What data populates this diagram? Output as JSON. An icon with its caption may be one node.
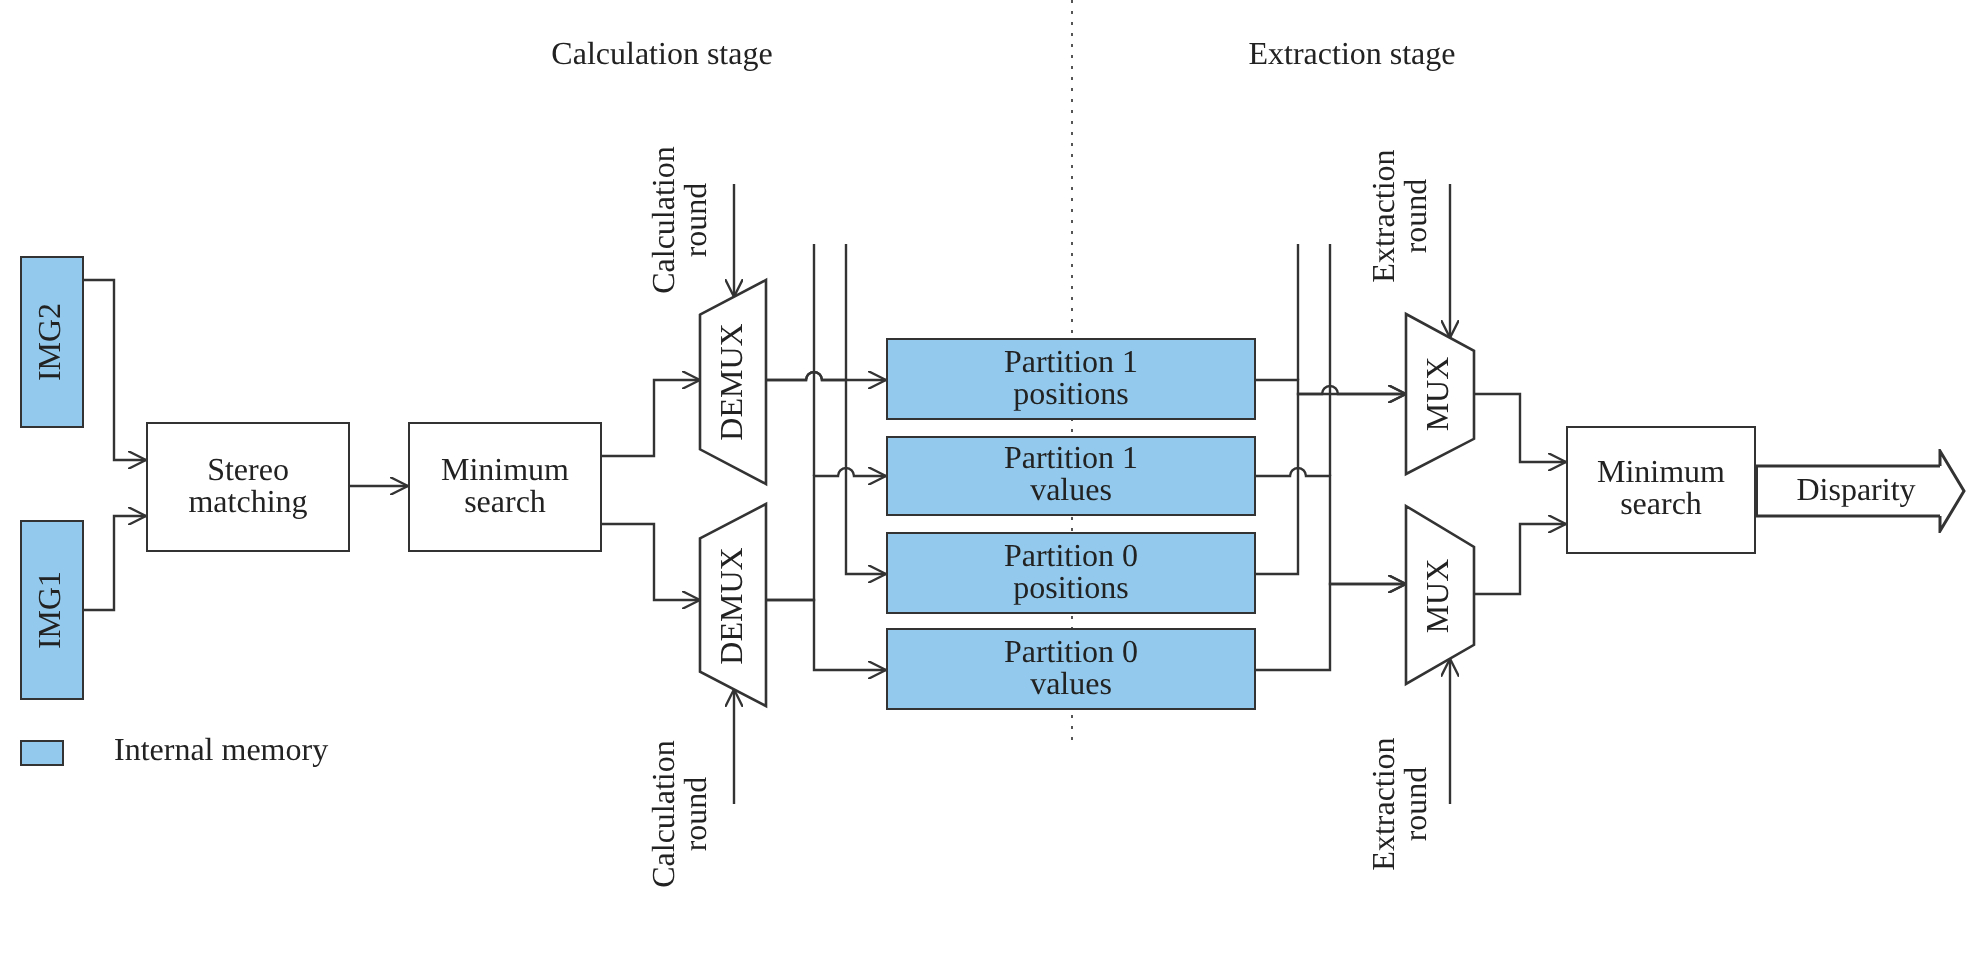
{
  "diagram": {
    "nodes": [
      {
        "text": [
          "IMG2"
        ]
      },
      {
        "text": [
          "IMG1"
        ]
      },
      {
        "text": [
          "Stereo matching"
        ]
      },
      {
        "text": [
          "Minimum search"
        ]
      },
      {
        "text": [
          "DEMUX"
        ]
      },
      {
        "text": [
          "DEMUX"
        ]
      },
      {
        "text": [
          "Partition 1 positions"
        ]
      },
      {
        "text": [
          "Partition 1 values"
        ]
      },
      {
        "text": [
          "Partition 0 positions"
        ]
      },
      {
        "text": [
          "Partition 0 values"
        ]
      },
      {
        "text": [
          "MUX"
        ]
      },
      {
        "text": [
          "MUX"
        ]
      },
      {
        "text": [
          "Minimum search"
        ]
      },
      {
        "text": [
          "Calculation round"
        ]
      },
      {
        "text": [
          "Calculation round"
        ]
      },
      {
        "text": [
          "Extraction round"
        ]
      },
      {
        "text": [
          "Extraction round"
        ]
      }
    ],
    "edges": [
      {
        "from": 0,
        "to": 2,
        "arrow": "to"
      },
      {
        "from": 1,
        "to": 2,
        "arrow": "to"
      },
      {
        "from": 2,
        "to": 3,
        "arrow": "to"
      },
      {
        "from": 3,
        "to": 4,
        "arrow": "to"
      },
      {
        "from": 3,
        "to": 5,
        "arrow": "to"
      },
      {
        "from": 4,
        "to": 6,
        "arrow": "to"
      },
      {
        "from": 4,
        "to": 8,
        "arrow": "to"
      },
      {
        "from": 5,
        "to": 7,
        "arrow": "to"
      },
      {
        "from": 5,
        "to": 9,
        "arrow": "to"
      },
      {
        "from": 6,
        "to": 10,
        "arrow": "to"
      },
      {
        "from": 8,
        "to": 10,
        "arrow": "to"
      },
      {
        "from": 7,
        "to": 11,
        "arrow": "to"
      },
      {
        "from": 9,
        "to": 11,
        "arrow": "to"
      },
      {
        "from": 10,
        "to": 12,
        "arrow": "to"
      },
      {
        "from": 11,
        "to": 12,
        "arrow": "to"
      },
      {
        "from": 12,
        "to": null,
        "arrow": "to",
        "label": "Disparity",
        "style": "thick"
      },
      {
        "from": 13,
        "to": 4,
        "arrow": "to"
      },
      {
        "from": 14,
        "to": 5,
        "arrow": "to"
      },
      {
        "from": 15,
        "to": 10,
        "arrow": "to"
      },
      {
        "from": 16,
        "to": 11,
        "arrow": "to"
      }
    ],
    "labels": [
      "Calculation stage",
      "Extraction stage"
    ],
    "legend": [
      {
        "text": "Internal memory",
        "color": "#92c9ec"
      }
    ]
  }
}
